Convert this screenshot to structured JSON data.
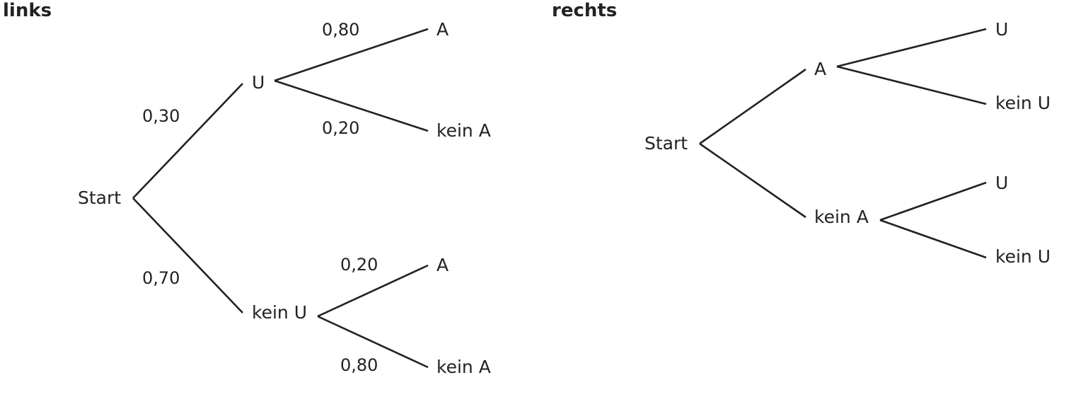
{
  "left": {
    "title": "links",
    "root": "Start",
    "level1": [
      {
        "label": "U",
        "prob": "0,30"
      },
      {
        "label": "kein U",
        "prob": "0,70"
      }
    ],
    "level2": [
      {
        "label": "A",
        "prob": "0,80"
      },
      {
        "label": "kein A",
        "prob": "0,20"
      },
      {
        "label": "A",
        "prob": "0,20"
      },
      {
        "label": "kein A",
        "prob": "0,80"
      }
    ]
  },
  "right": {
    "title": "rechts",
    "root": "Start",
    "level1": [
      {
        "label": "A"
      },
      {
        "label": "kein A"
      }
    ],
    "level2": [
      {
        "label": "U"
      },
      {
        "label": "kein U"
      },
      {
        "label": "U"
      },
      {
        "label": "kein U"
      }
    ]
  },
  "colors": {
    "ink": "#222222",
    "background": "#ffffff"
  }
}
